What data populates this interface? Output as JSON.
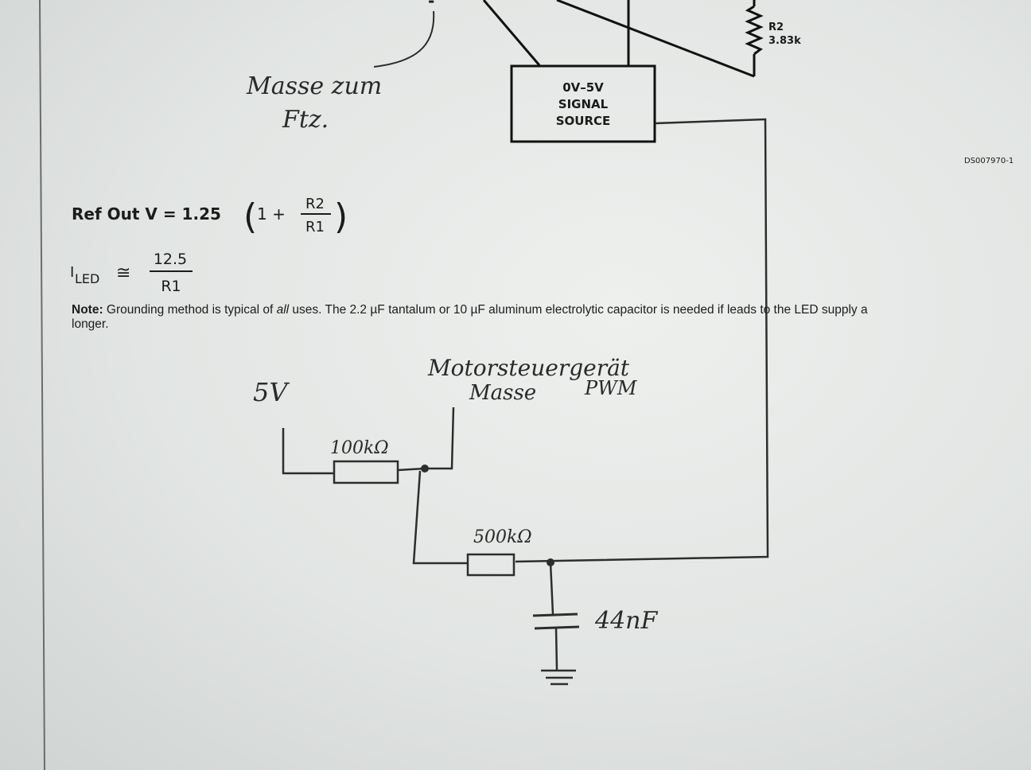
{
  "top_circuit": {
    "minus_sign": "-",
    "r2_name": "R2",
    "r2_value": "3.83k",
    "signal_source_lines": [
      "0V–5V",
      "SIGNAL",
      "SOURCE"
    ],
    "figure_id": "DS007970-1"
  },
  "formulas": {
    "ref_out_lhs": "Ref Out V = 1.25",
    "open_paren": "(",
    "one_plus": "1 +",
    "frac_num": "R2",
    "frac_den": "R1",
    "close_paren": ")",
    "i_led_symbol": "I",
    "i_led_sub": "LED",
    "approx": "≅",
    "i_num": "12.5",
    "i_den": "R1"
  },
  "note": {
    "label": "Note:",
    "text_before": " Grounding method is typical of ",
    "emphasis": "all",
    "text_after": " uses. The 2.2 µF tantalum or 10 µF aluminum electrolytic capacitor is needed if leads to the LED supply a",
    "line2": "longer."
  },
  "handwriting": {
    "masse_line1": "Masse zum",
    "masse_line2": "Ftz.",
    "five_v": "5V",
    "motor_line1": "Motorsteuergerät",
    "motor_masse": "Masse",
    "motor_pwm": "PWM",
    "r_100k": "100kΩ",
    "r_500k": "500kΩ",
    "cap": "44nF"
  }
}
